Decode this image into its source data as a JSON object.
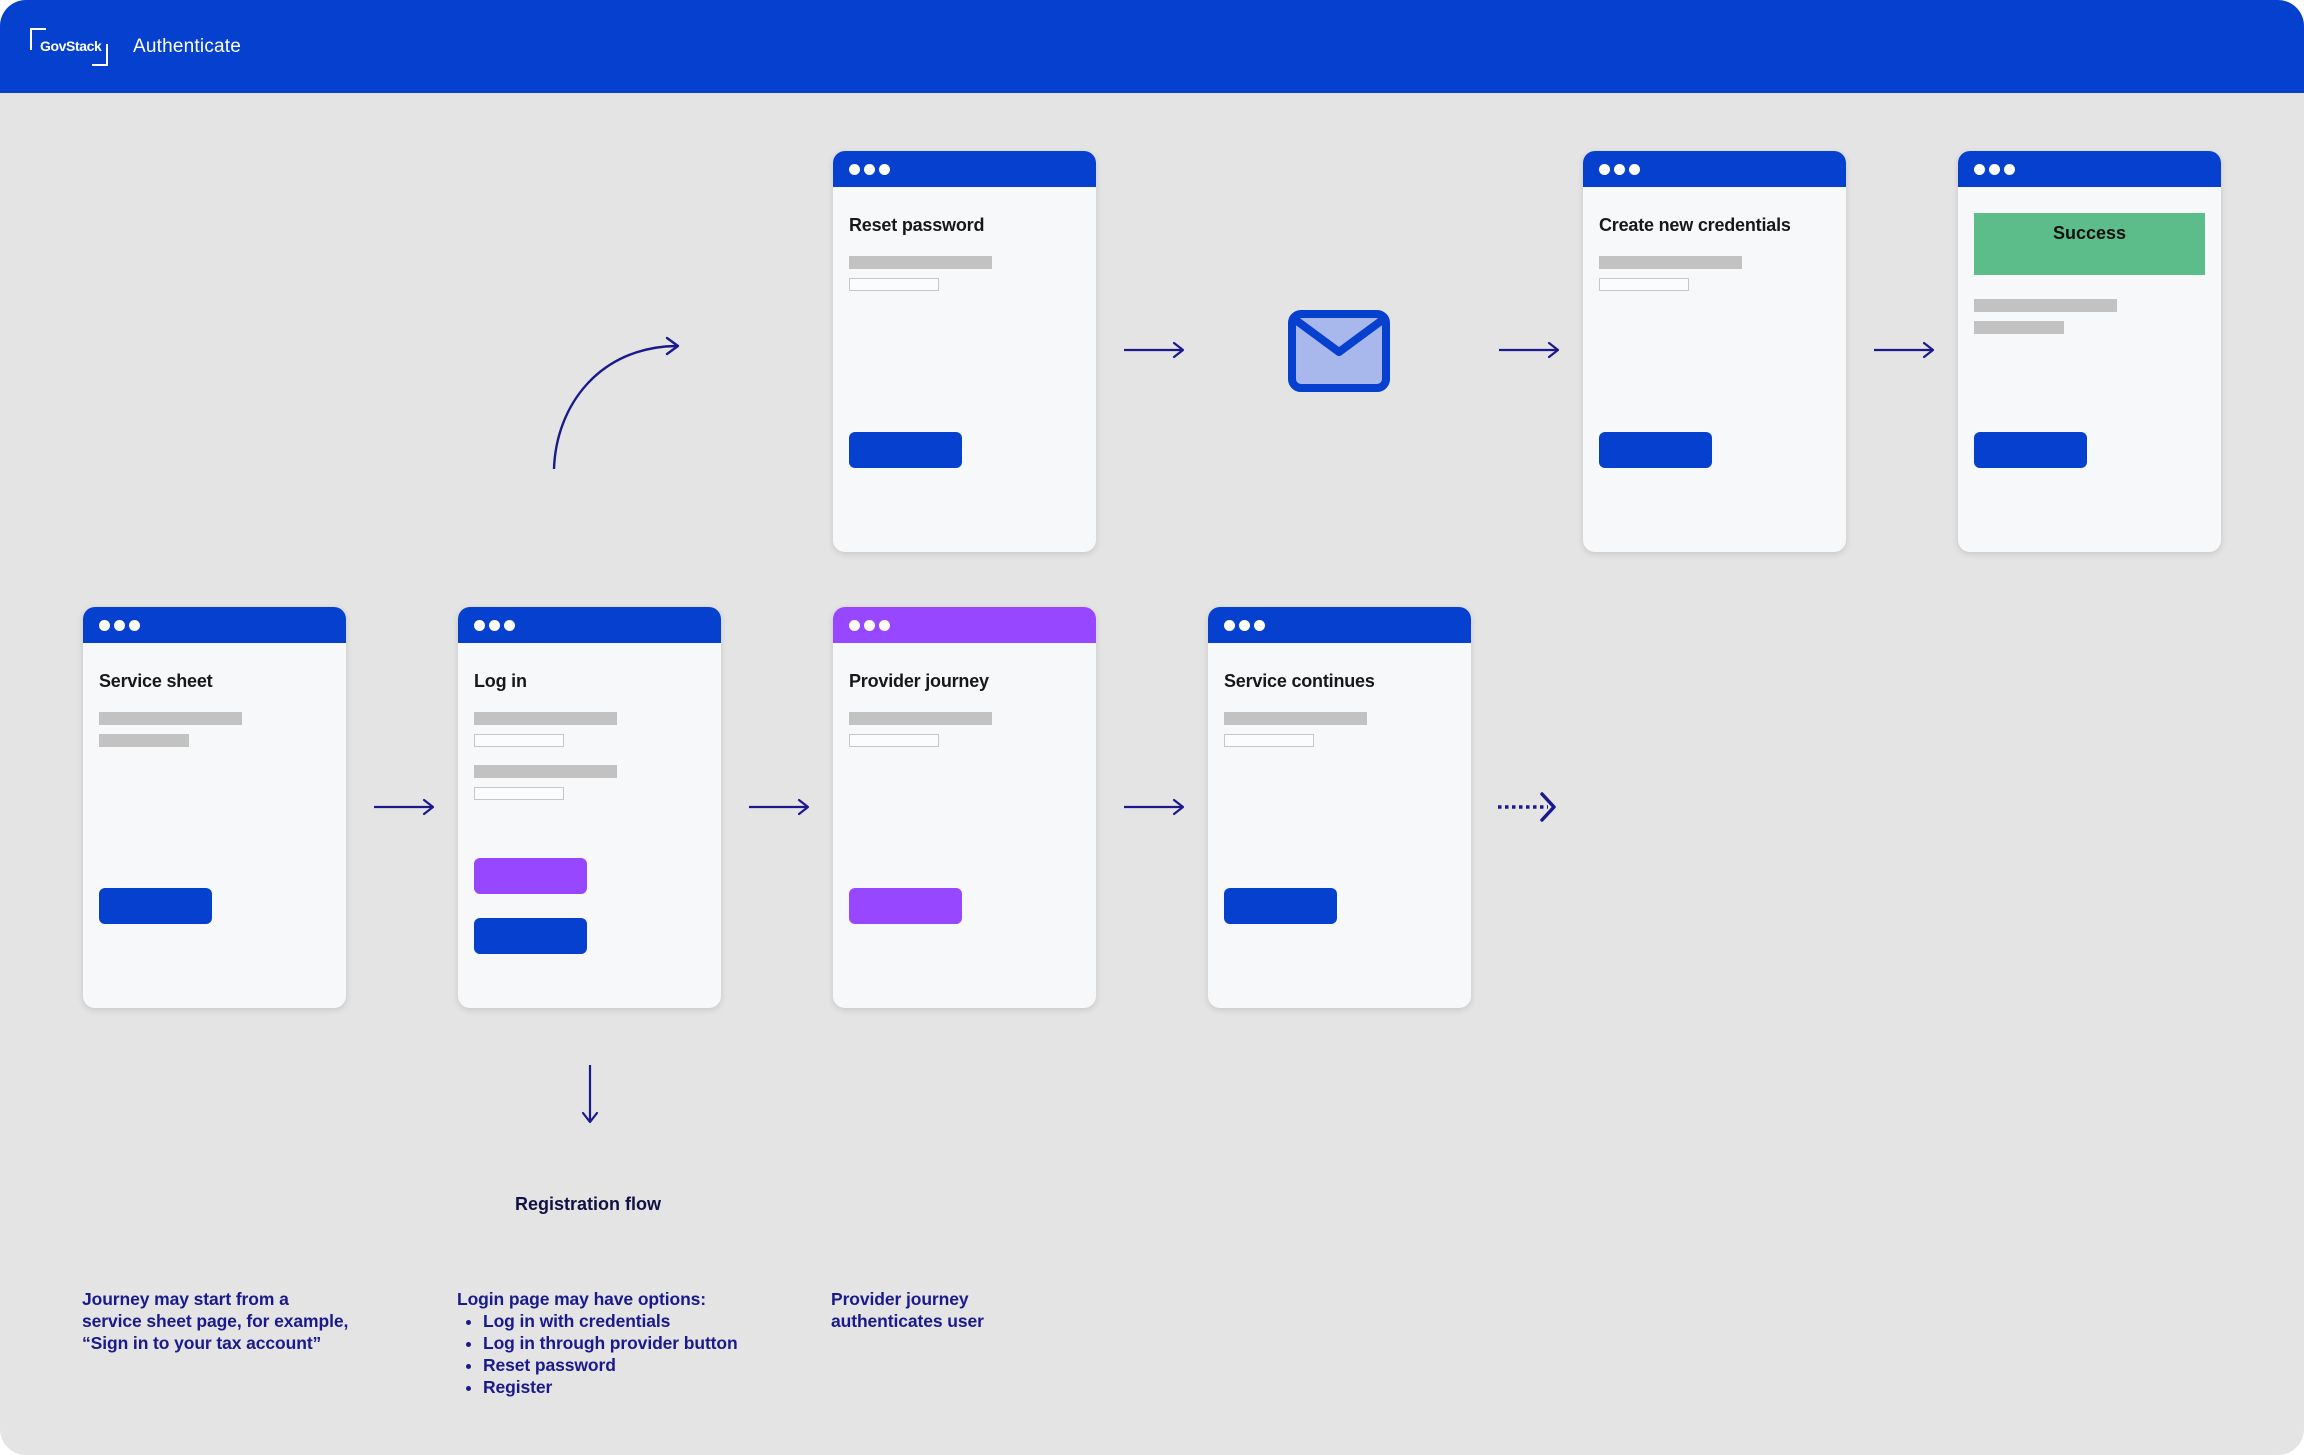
{
  "header": {
    "logo_text": "GovStack",
    "title": "Authenticate"
  },
  "colors": {
    "brand_blue": "#0540cf",
    "purple": "#9747ff",
    "success_green": "#5cbd8a",
    "navy_arrow": "#1a1a8c",
    "canvas_bg": "#e4e4e4",
    "card_bg": "#f6f8fa",
    "placeholder_gray": "#c2c2c2"
  },
  "cards": [
    {
      "id": "reset-password",
      "title": "Reset password",
      "bar_color": "blue",
      "button_color": "blue"
    },
    {
      "id": "create-new-credentials",
      "title": "Create new credentials",
      "bar_color": "blue",
      "button_color": "blue"
    },
    {
      "id": "success",
      "title": "Success",
      "banner_label": "Success",
      "bar_color": "blue",
      "button_color": "blue"
    },
    {
      "id": "service-sheet",
      "title": "Service sheet",
      "bar_color": "blue",
      "button_color": "blue"
    },
    {
      "id": "log-in",
      "title": "Log in",
      "bar_color": "blue",
      "button_color_primary": "purple",
      "button_color_secondary": "blue"
    },
    {
      "id": "provider-journey",
      "title": "Provider journey",
      "bar_color": "purple",
      "button_color": "purple"
    },
    {
      "id": "service-continues",
      "title": "Service continues",
      "bar_color": "blue",
      "button_color": "blue"
    }
  ],
  "flow": {
    "registration_label": "Registration flow"
  },
  "notes": [
    {
      "id": "journey-start",
      "lines": [
        "Journey may start from a",
        "service sheet page, for example,",
        "“Sign in to your tax account”"
      ]
    },
    {
      "id": "login-options",
      "heading": "Login page may have options:",
      "items": [
        "Log in with credentials",
        "Log in through provider button",
        "Reset password",
        "Register"
      ]
    },
    {
      "id": "provider-auth",
      "lines": [
        "Provider journey",
        "authenticates user"
      ]
    }
  ],
  "icons": {
    "envelope": "envelope-icon"
  }
}
